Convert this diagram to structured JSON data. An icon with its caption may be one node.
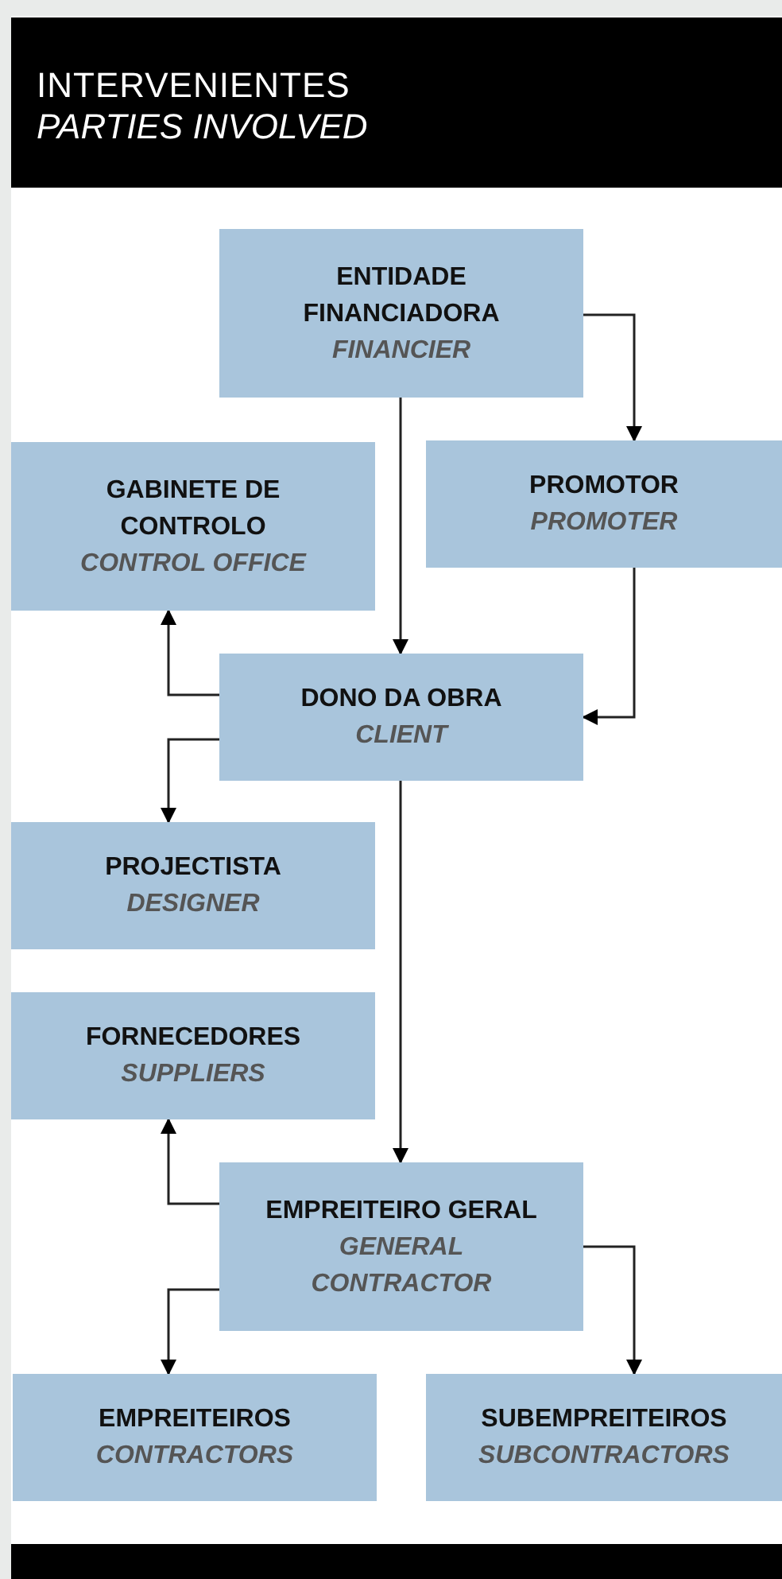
{
  "diagram": {
    "title": "INTERVENIENTES",
    "nodes": [
      {
        "text": [
          "ENTIDADE FINANCIADORA",
          "FINANCIER"
        ]
      },
      {
        "text": [
          "GABINETE DE CONTROLO",
          "CONTROL OFFICE"
        ]
      },
      {
        "text": [
          "PROMOTOR",
          "PROMOTER"
        ]
      },
      {
        "text": [
          "DONO DA OBRA",
          "CLIENT"
        ]
      },
      {
        "text": [
          "PROJECTISTA",
          "DESIGNER"
        ]
      },
      {
        "text": [
          "FORNECEDORES",
          "SUPPLIERS"
        ]
      },
      {
        "text": [
          "EMPREITEIRO GERAL",
          "GENERAL CONTRACTOR"
        ]
      },
      {
        "text": [
          "EMPREITEIROS",
          "CONTRACTORS"
        ]
      },
      {
        "text": [
          "SUBEMPREITEIROS",
          "SUBCONTRACTORS"
        ]
      }
    ],
    "edges": [
      {
        "from": 0,
        "to": 2,
        "arrow": "to"
      },
      {
        "from": 0,
        "to": 3,
        "arrow": "to"
      },
      {
        "from": 2,
        "to": 3,
        "arrow": "to"
      },
      {
        "from": 3,
        "to": 1,
        "arrow": "to"
      },
      {
        "from": 3,
        "to": 4,
        "arrow": "to"
      },
      {
        "from": 3,
        "to": 6,
        "arrow": "to"
      },
      {
        "from": 6,
        "to": 5,
        "arrow": "to"
      },
      {
        "from": 6,
        "to": 7,
        "arrow": "to"
      },
      {
        "from": 6,
        "to": 8,
        "arrow": "to"
      }
    ],
    "labels": [
      "PARTIES INVOLVED"
    ]
  }
}
